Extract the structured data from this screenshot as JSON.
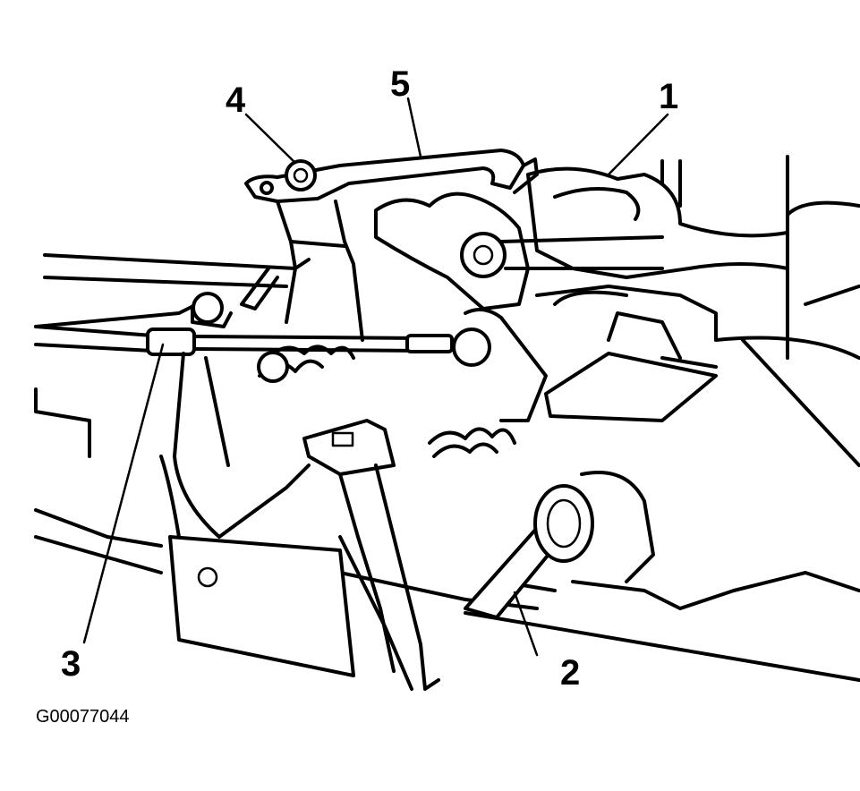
{
  "callouts": [
    "1",
    "2",
    "3",
    "4",
    "5"
  ],
  "figure_id": "G00077044"
}
